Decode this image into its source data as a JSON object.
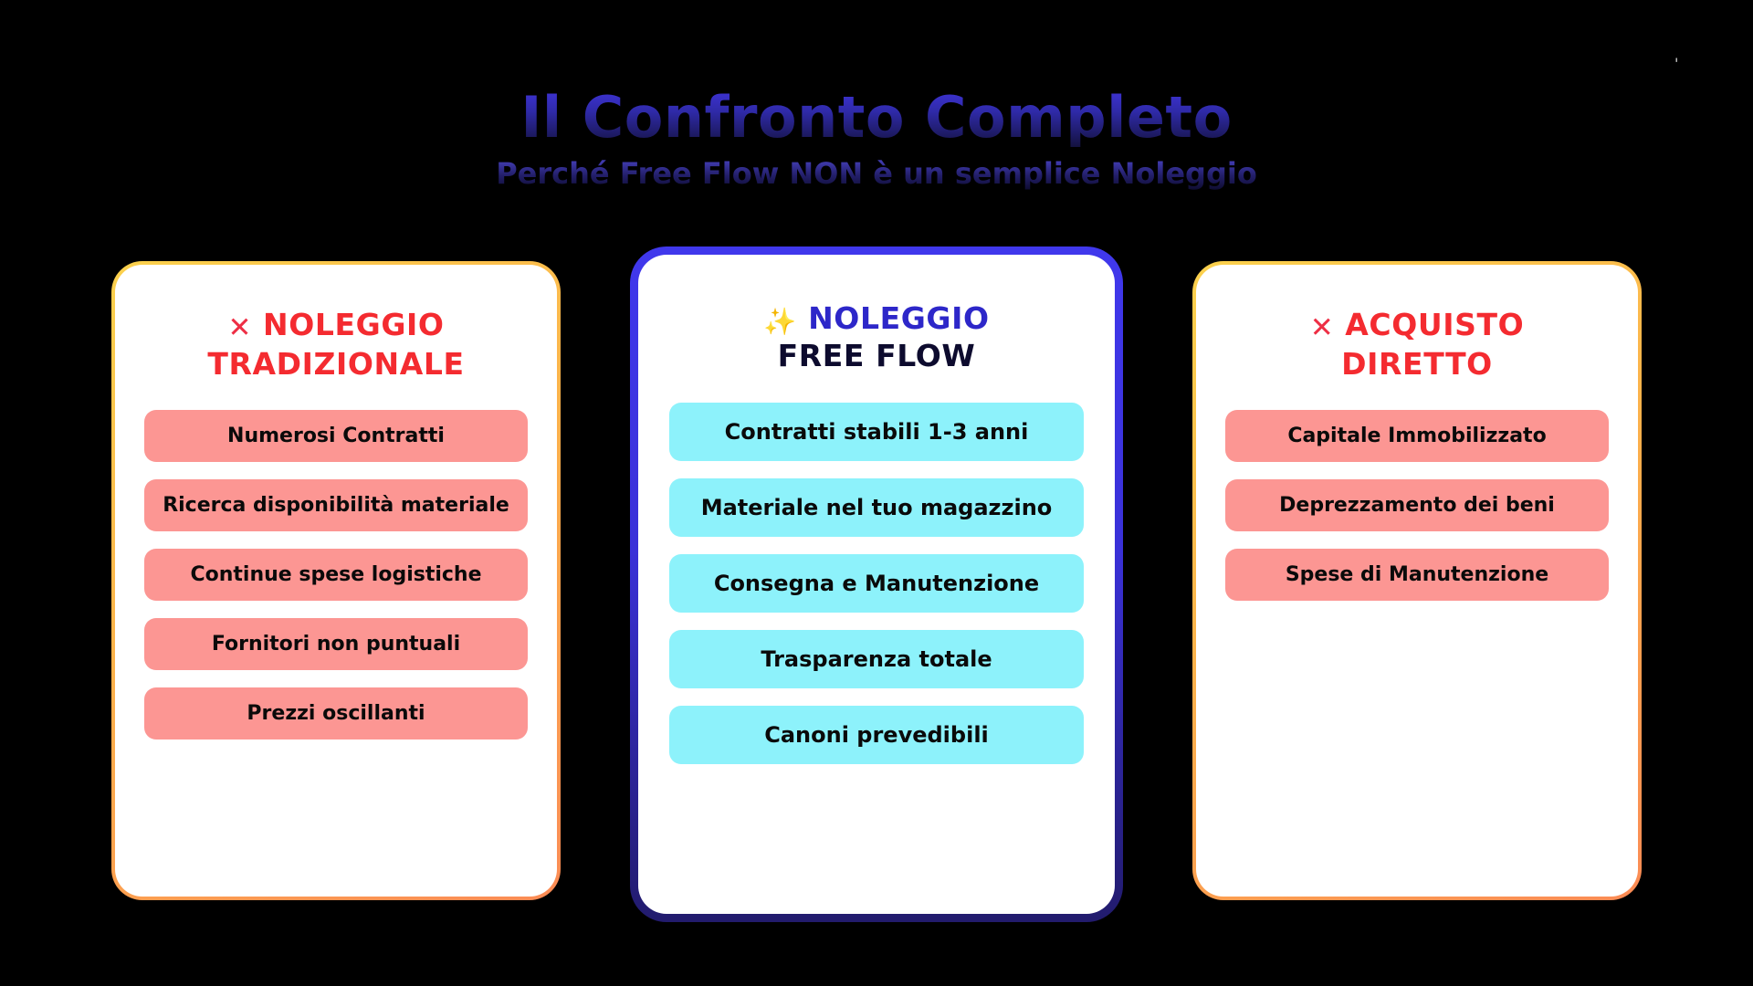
{
  "header": {
    "title": "Il Confronto Completo",
    "subtitle": "Perché Free Flow NON è un semplice Noleggio",
    "corner_mark": "'"
  },
  "colors": {
    "background": "#000000",
    "title_gradient_from": "#3f33d8",
    "title_gradient_to": "#14123f",
    "warn_border_from": "#fbd14d",
    "warn_border_to": "#fb8b55",
    "featured_border_from": "#4038ec",
    "featured_border_to": "#221b6d",
    "negative_pill": "#fc9693",
    "positive_pill": "#8df2fb",
    "header_red": "#f42b30",
    "header_navy": "#2d27c9",
    "header_dark": "#0d0b2e"
  },
  "cards": [
    {
      "id": "noleggio-tradizionale",
      "variant": "warn",
      "icon": "cross-mark-icon",
      "icon_glyph": "✕",
      "title_line1": "NOLEGGIO",
      "title_line2": "TRADIZIONALE",
      "pill_variant": "neg",
      "items": [
        "Numerosi Contratti",
        "Ricerca disponibilità materiale",
        "Continue spese logistiche",
        "Fornitori non puntuali",
        "Prezzi oscillanti"
      ]
    },
    {
      "id": "noleggio-free-flow",
      "variant": "featured",
      "icon": "sparkles-icon",
      "icon_glyph": "✨",
      "title_line1": "NOLEGGIO",
      "title_line2": "FREE FLOW",
      "pill_variant": "pos",
      "items": [
        "Contratti stabili 1-3 anni",
        "Materiale nel tuo magazzino",
        "Consegna e Manutenzione",
        "Trasparenza totale",
        "Canoni prevedibili"
      ]
    },
    {
      "id": "acquisto-diretto",
      "variant": "warn",
      "icon": "cross-mark-icon",
      "icon_glyph": "✕",
      "title_line1": "ACQUISTO",
      "title_line2": "DIRETTO",
      "pill_variant": "neg",
      "items": [
        "Capitale Immobilizzato",
        "Deprezzamento dei beni",
        "Spese di Manutenzione"
      ]
    }
  ]
}
